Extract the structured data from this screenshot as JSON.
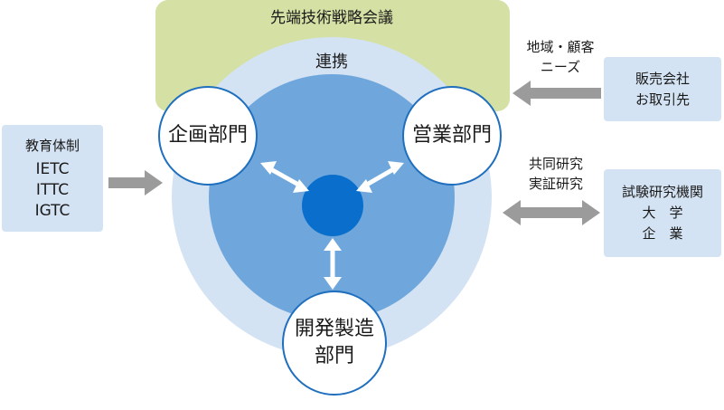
{
  "council": {
    "title": "先端技術戦略会議"
  },
  "collaboration": {
    "label": "連携"
  },
  "departments": {
    "planning": "企画部門",
    "sales": "営業部門",
    "development_line1": "開発製造",
    "development_line2": "部門"
  },
  "left_box": {
    "title": "教育体制",
    "items": [
      "IETC",
      "ITTC",
      "IGTC"
    ]
  },
  "right_top_box": {
    "lines": [
      "販売会社",
      "お取引先"
    ]
  },
  "right_top_arrow_label": {
    "lines": [
      "地域・顧客",
      "ニーズ"
    ]
  },
  "right_bottom_box": {
    "lines": [
      "試験研究機関",
      "大　学",
      "企　業"
    ]
  },
  "right_bottom_arrow_label": {
    "lines": [
      "共同研究",
      "実証研究"
    ]
  },
  "colors": {
    "council_bg": "#d4e0a4",
    "outer_ring": "#d4e3f3",
    "inner_circle": "#6fa7dc",
    "hub": "#0a6fcc",
    "box_bg": "#d4e3f3",
    "gray_arrow": "#9b9b9b",
    "white_arrow": "#ffffff"
  }
}
